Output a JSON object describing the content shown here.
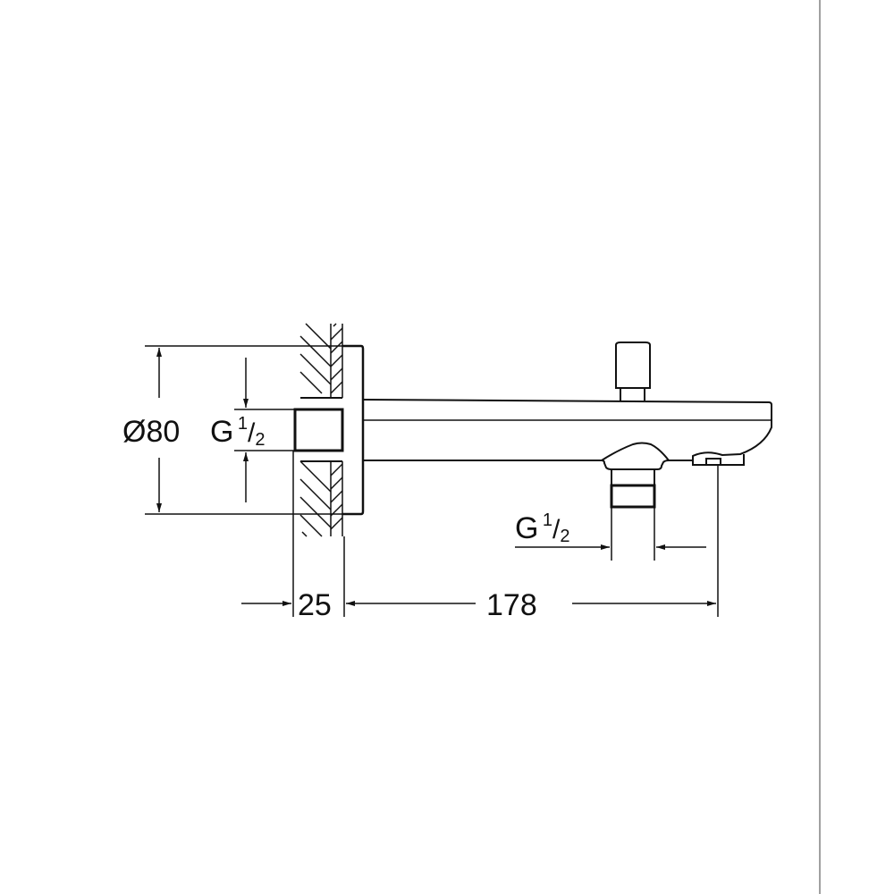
{
  "drawing": {
    "type": "technical-dimension-drawing",
    "subject": "wall-mounted bath spout with diverter",
    "line_color": "#111111",
    "separator_color": "#a0a0a0"
  },
  "dimensions": {
    "diameter": {
      "symbol": "Ø",
      "value": "80"
    },
    "inlet_thread": {
      "prefix": "G",
      "num": "1",
      "slash": "/",
      "den": "2"
    },
    "outlet_thread": {
      "prefix": "G",
      "num": "1",
      "slash": "/",
      "den": "2"
    },
    "wall_projection": {
      "value": "25"
    },
    "spout_length": {
      "value": "178"
    }
  }
}
